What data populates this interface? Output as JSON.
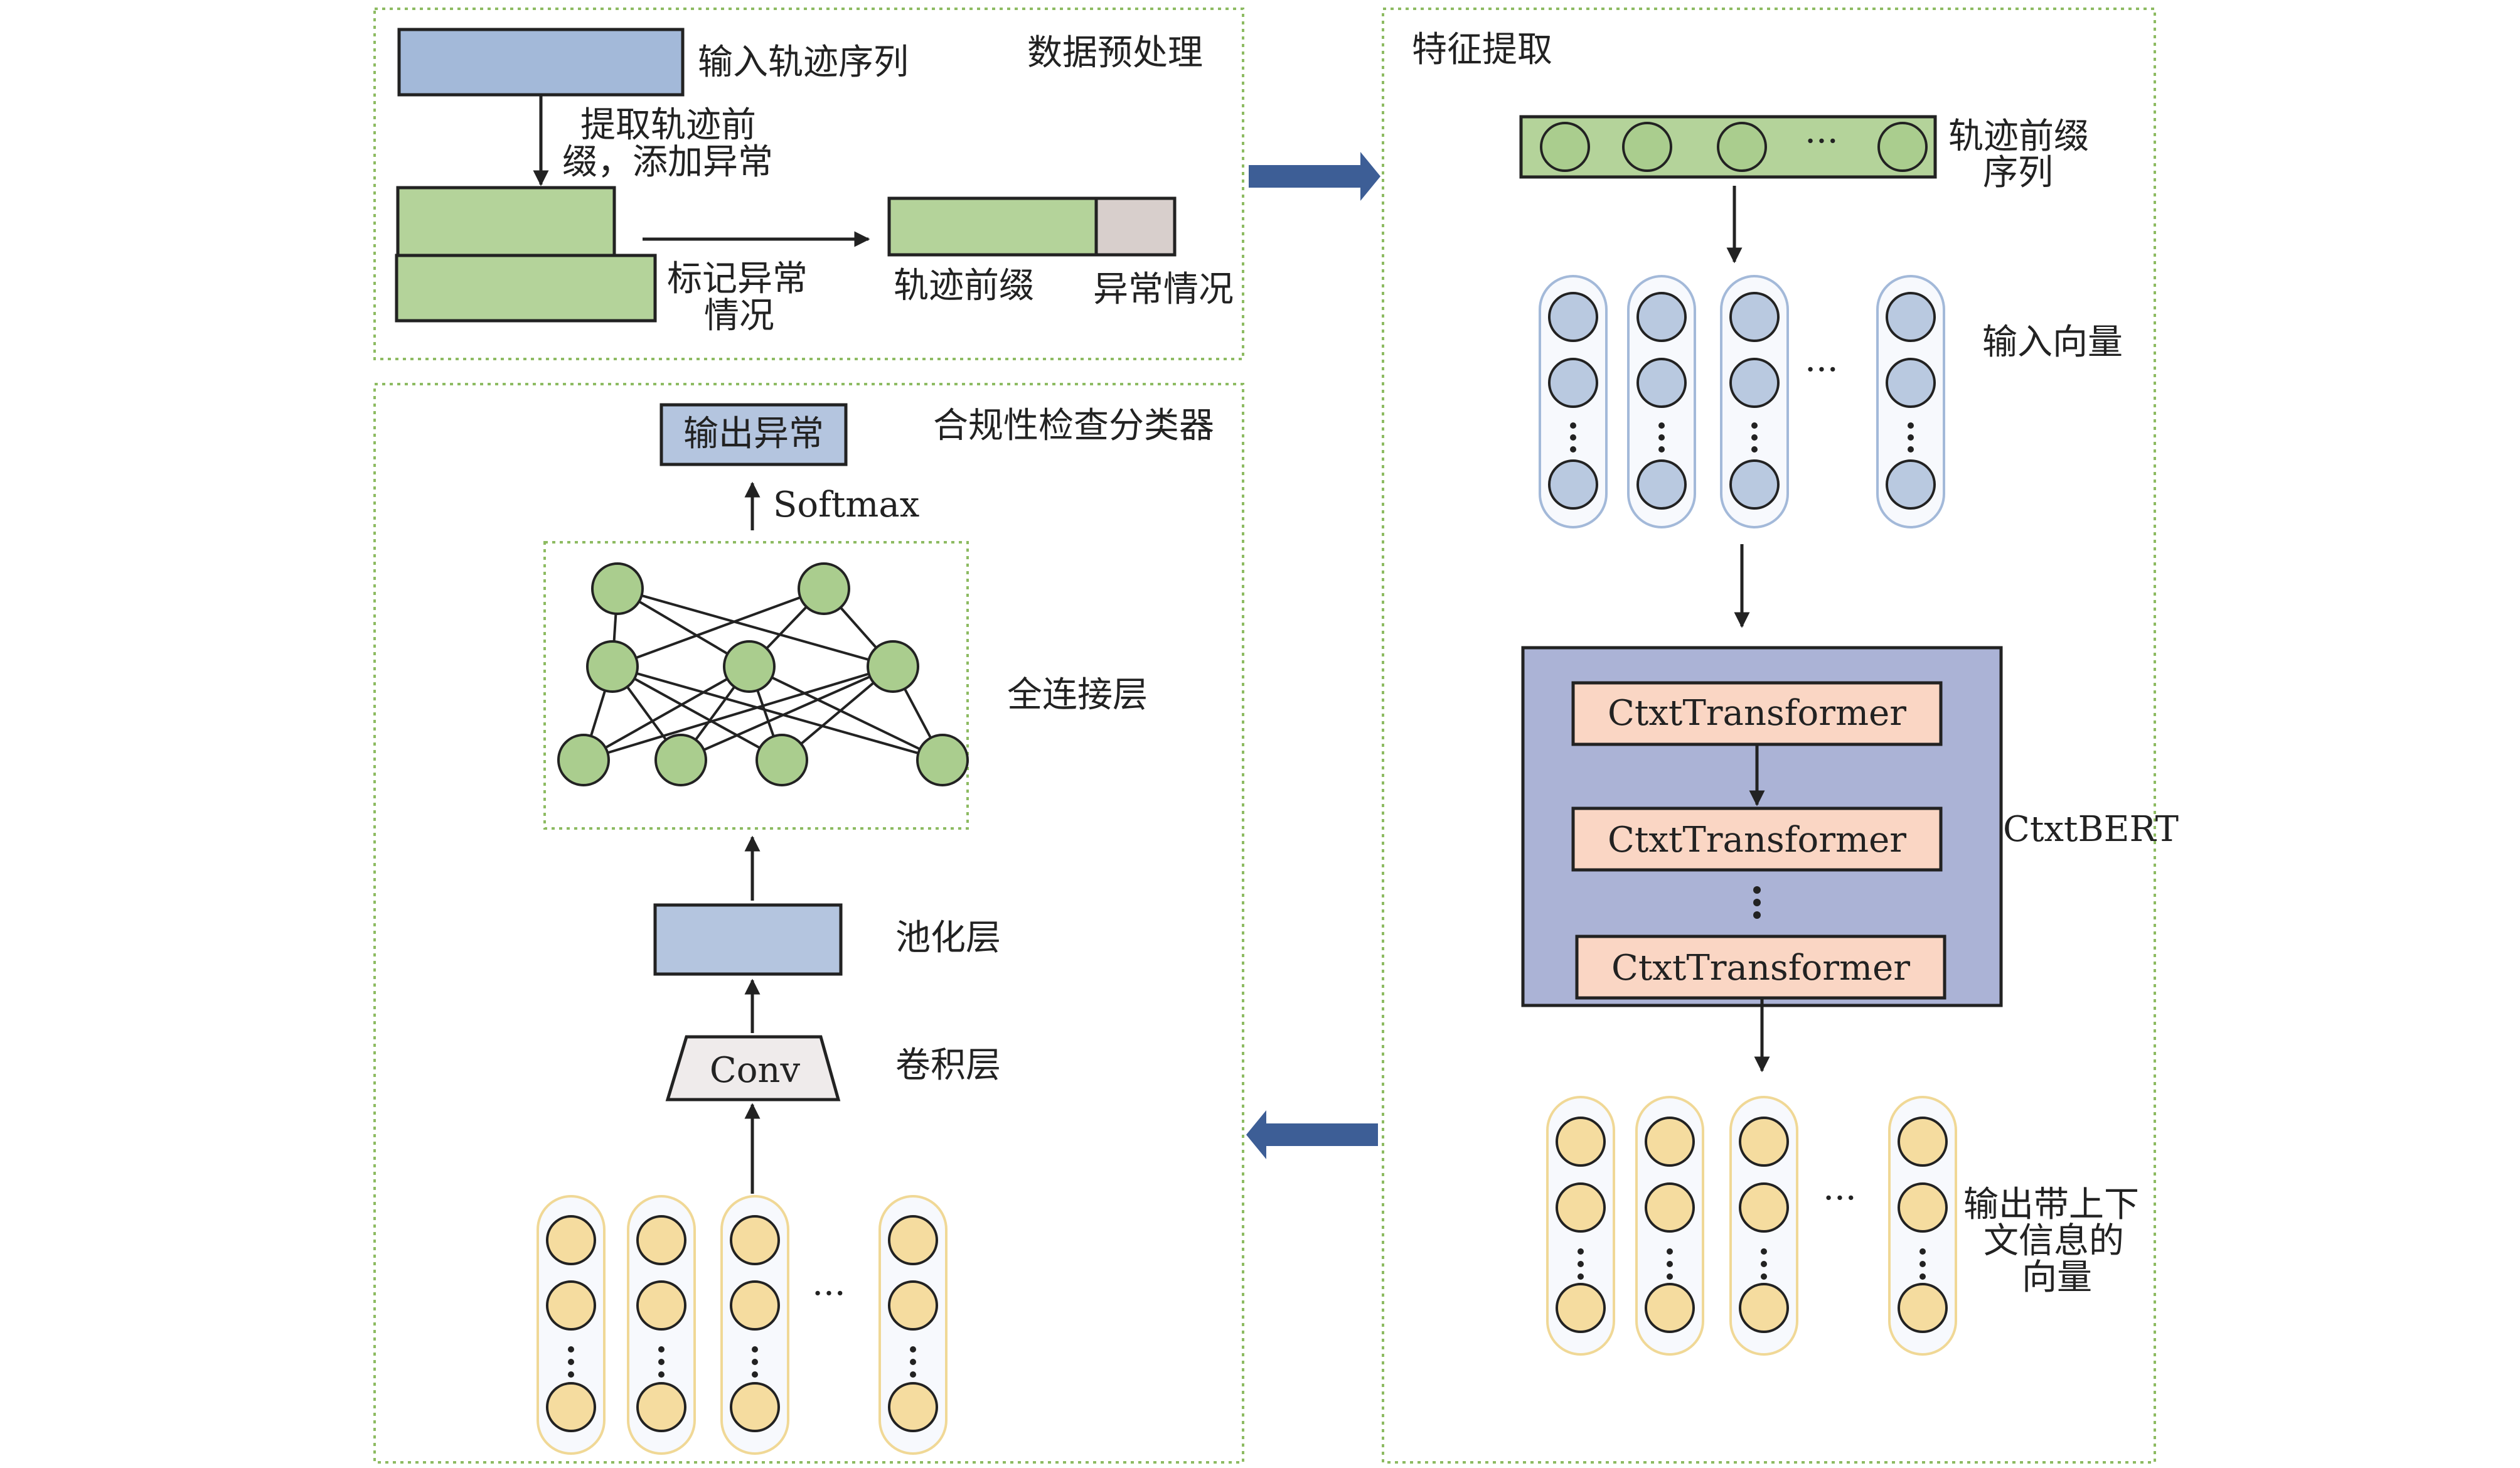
{
  "colors": {
    "panel_border": "#8dbb62",
    "blue_box": "#a3b9d9",
    "green_box": "#b4d39a",
    "gray_box": "#d8cfcc",
    "green_node": "#aacd8e",
    "blue_node": "#b9c9e0",
    "yellow_node": "#f5dc9f",
    "capsule_fill": "#f7f9fd",
    "bert_fill": "#abb3d6",
    "transformer_fill": "#fad6c4",
    "pool_fill": "#b4c5df",
    "conv_fill": "#efebeb",
    "big_arrow": "#3d5e96"
  },
  "preprocessing": {
    "title": "数据预处理",
    "input_label": "输入轨迹序列",
    "extract_label": [
      "提取轨迹前",
      "缀，添加异常"
    ],
    "mark_label": [
      "标记异常",
      "情况"
    ],
    "prefix_label": "轨迹前缀",
    "anomaly_label": "异常情况"
  },
  "feature": {
    "title": "特征提取",
    "prefix_seq_label": [
      "轨迹前缀",
      "序列"
    ],
    "input_vector_label": "输入向量",
    "transformer_label": "CtxtTransformer",
    "bert_label": "CtxtBERT",
    "output_label": [
      "输出带上下",
      "文信息的",
      "向量"
    ],
    "ellipsis": "···",
    "vdots": "⋮"
  },
  "classifier": {
    "title": "合规性检查分类器",
    "output_label": "输出异常",
    "softmax_label": "Softmax",
    "fc_label": "全连接层",
    "pool_label": "池化层",
    "conv_label": "卷积层",
    "conv_text": "Conv"
  }
}
